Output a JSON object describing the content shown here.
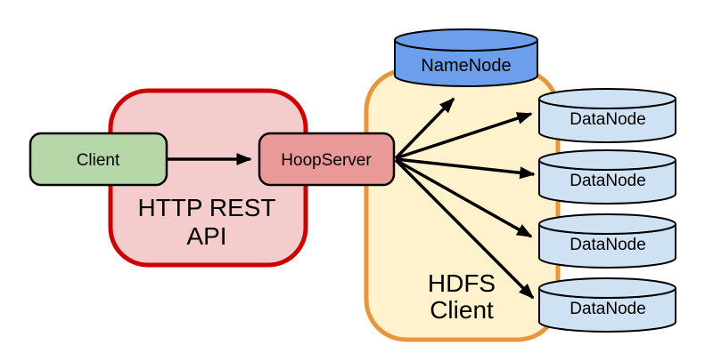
{
  "diagram": {
    "background": "#FFFFFF",
    "edge_color": "#000000",
    "containers": {
      "http_rest_api": {
        "line1": "HTTP REST",
        "line2": "API",
        "fill": "#F4CCCC",
        "border": "#CC0000"
      },
      "hdfs_client": {
        "line1": "HDFS",
        "line2": "Client",
        "fill": "#FFF2CC",
        "border": "#E8963E"
      }
    },
    "nodes": {
      "client": {
        "label": "Client",
        "fill": "#B6D7A8",
        "border": "#000000",
        "shape": "rounded-rect"
      },
      "hoop_server": {
        "label": "HoopServer",
        "fill": "#EA9999",
        "border": "#000000",
        "shape": "rounded-rect"
      },
      "name_node": {
        "label": "NameNode",
        "fill": "#6D9EEB",
        "border": "#000000",
        "shape": "cylinder"
      },
      "data_node_fill": "#CFE2F3",
      "data_nodes": [
        {
          "label": "DataNode"
        },
        {
          "label": "DataNode"
        },
        {
          "label": "DataNode"
        },
        {
          "label": "DataNode"
        }
      ]
    },
    "edges": [
      {
        "from": "client",
        "to": "hoop_server"
      },
      {
        "from": "hoop_server",
        "to": "name_node"
      },
      {
        "from": "hoop_server",
        "to": "data_node_1"
      },
      {
        "from": "hoop_server",
        "to": "data_node_2"
      },
      {
        "from": "hoop_server",
        "to": "data_node_3"
      },
      {
        "from": "hoop_server",
        "to": "data_node_4"
      }
    ]
  }
}
